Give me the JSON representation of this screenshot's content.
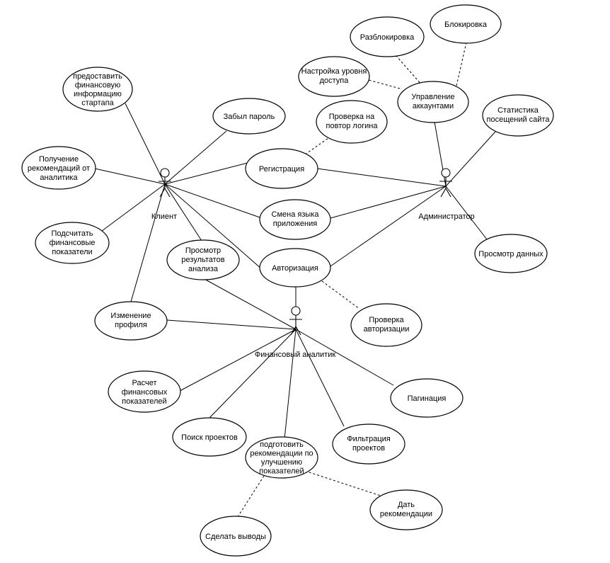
{
  "actors": {
    "client": "Клиент",
    "admin": "Администратор",
    "analyst": "Финансовый аналитик"
  },
  "use_cases": {
    "provide_info": [
      "предоставить",
      "финансовую",
      "информацию",
      "стартапа"
    ],
    "forgot_password": [
      "Забыл пароль"
    ],
    "get_recommendations": [
      "Получение",
      "рекомендаций от",
      "аналитика"
    ],
    "calc_indicators_client": [
      "Подсчитать",
      "финансовые",
      "показатели"
    ],
    "edit_profile": [
      "Изменение",
      "профиля"
    ],
    "view_results": [
      "Просмотр",
      "результатов",
      "анализа"
    ],
    "registration": [
      "Регистрация"
    ],
    "change_language": [
      "Смена языка",
      "приложения"
    ],
    "authorization": [
      "Авторизация"
    ],
    "check_login": [
      "Проверка на",
      "повтор логина"
    ],
    "check_auth": [
      "Проверка",
      "авторизации"
    ],
    "unblock": [
      "Разблокировка"
    ],
    "block": [
      "Блокировка"
    ],
    "access_level": [
      "Настройка уровня",
      "доступа"
    ],
    "manage_accounts": [
      "Управление",
      "аккаунтами"
    ],
    "site_stats": [
      "Статистика",
      "посещений сайта"
    ],
    "view_data": [
      "Просмотр данных"
    ],
    "calc_indicators": [
      "Расчет",
      "финансовых",
      "показателей"
    ],
    "search_projects": [
      "Поиск проектов"
    ],
    "prepare_recommendations": [
      "подготовить",
      "рекомендации по",
      "улучшению",
      "показателей"
    ],
    "filter_projects": [
      "Фильтрация",
      "проектов"
    ],
    "pagination": [
      "Пагинация"
    ],
    "make_conclusions": [
      "Сделать выводы"
    ],
    "give_recommendations": [
      "Дать",
      "рекомендации"
    ]
  }
}
